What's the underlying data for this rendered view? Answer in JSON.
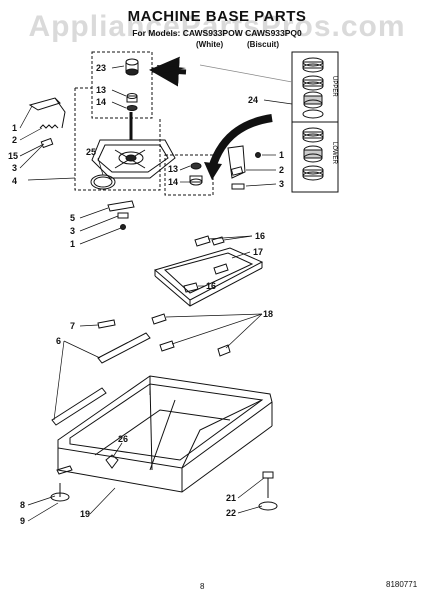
{
  "header": {
    "title": "MACHINE BASE PARTS",
    "subtitle": "For Models: CAWS933POW CAWS933PQ0",
    "color_white": "(White)",
    "color_biscuit": "(Biscuit)"
  },
  "watermark": "AppliancePartsPros.com",
  "footer": {
    "page_number": "8",
    "document_number": "8180771"
  },
  "inset_labels": {
    "upper": "UPPER",
    "lower": "LOWER"
  },
  "callouts": [
    {
      "id": "c23a",
      "text": "23"
    },
    {
      "id": "c13a",
      "text": "13"
    },
    {
      "id": "c14a",
      "text": "14"
    },
    {
      "id": "c24",
      "text": "24"
    },
    {
      "id": "c1a",
      "text": "1"
    },
    {
      "id": "c2a",
      "text": "2"
    },
    {
      "id": "c15",
      "text": "15"
    },
    {
      "id": "c3a",
      "text": "3"
    },
    {
      "id": "c4",
      "text": "4"
    },
    {
      "id": "c25",
      "text": "25"
    },
    {
      "id": "c13b",
      "text": "13"
    },
    {
      "id": "c14b",
      "text": "14"
    },
    {
      "id": "c1b",
      "text": "1"
    },
    {
      "id": "c2b",
      "text": "2"
    },
    {
      "id": "c3b",
      "text": "3"
    },
    {
      "id": "c5",
      "text": "5"
    },
    {
      "id": "c3c",
      "text": "3"
    },
    {
      "id": "c1c",
      "text": "1"
    },
    {
      "id": "c16a",
      "text": "16"
    },
    {
      "id": "c17",
      "text": "17"
    },
    {
      "id": "c16b",
      "text": "16"
    },
    {
      "id": "c7",
      "text": "7"
    },
    {
      "id": "c18",
      "text": "18"
    },
    {
      "id": "c6",
      "text": "6"
    },
    {
      "id": "c26",
      "text": "26"
    },
    {
      "id": "c8",
      "text": "8"
    },
    {
      "id": "c9",
      "text": "9"
    },
    {
      "id": "c19",
      "text": "19"
    },
    {
      "id": "c21",
      "text": "21"
    },
    {
      "id": "c22",
      "text": "22"
    }
  ]
}
